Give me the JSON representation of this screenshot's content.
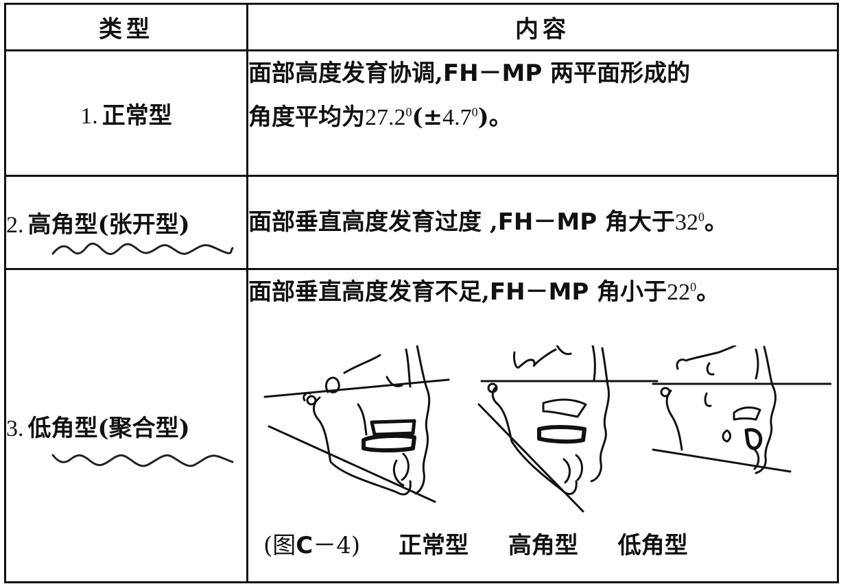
{
  "table": {
    "header": {
      "type": "类型",
      "content": "内容"
    },
    "rows": [
      {
        "number": "1.",
        "type": "正常型",
        "content_line1_pre": "面部高度发育协调,",
        "content_line1_abbr": "FH－MP",
        "content_line1_post": " 两平面形成的",
        "content_line2_pre": "角度平均为",
        "content_line2_val": "27.2",
        "content_line2_paren_pre": "(±",
        "content_line2_paren_val": "4.7",
        "content_line2_end": ")。"
      },
      {
        "number": "2.",
        "type": "高角型(张开型)",
        "content_pre": "面部垂直高度发育过度 ,",
        "content_abbr": "FH－MP",
        "content_mid": " 角大于",
        "content_val": "32",
        "content_end": "。"
      },
      {
        "number": "3.",
        "type": "低角型(聚合型)",
        "content_pre": "面部垂直高度发育不足,",
        "content_abbr": "FH－MP",
        "content_mid": " 角小于",
        "content_val": "22",
        "content_end": "。"
      }
    ],
    "degree_symbol": "0",
    "figure_caption": {
      "figure_ref_pre": "(图",
      "figure_ref_letter": "C",
      "figure_ref_post": "－4)",
      "labels": [
        "正常型",
        "高角型",
        "低角型"
      ]
    }
  }
}
